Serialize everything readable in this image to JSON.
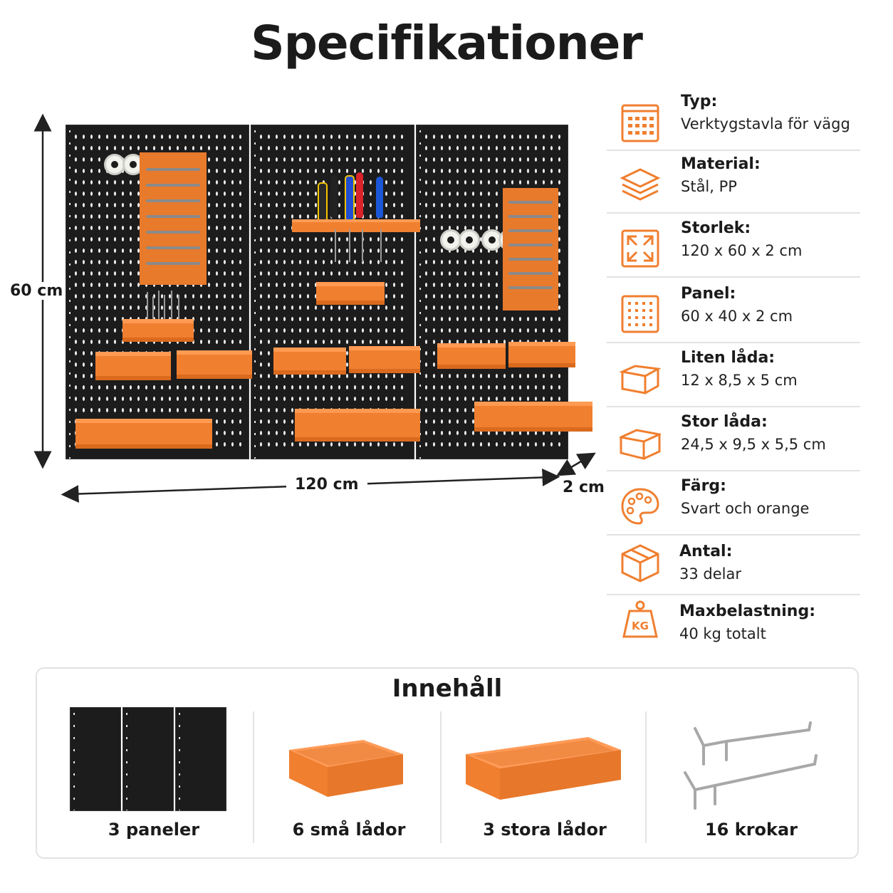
{
  "title": "Specifikationer",
  "dimensions": {
    "height": "60 cm",
    "width": "120 cm",
    "depth": "2 cm"
  },
  "accent_color": "#f07f2f",
  "specs": [
    {
      "icon": "grid-panel-icon",
      "key": "Typ:",
      "value": "Verktygstavla för vägg"
    },
    {
      "icon": "layers-icon",
      "key": "Material:",
      "value": "Stål, PP"
    },
    {
      "icon": "expand-arrows-icon",
      "key": "Storlek:",
      "value": "120 x 60 x 2 cm"
    },
    {
      "icon": "pegboard-icon",
      "key": "Panel:",
      "value": "60 x 40 x 2 cm"
    },
    {
      "icon": "small-box-icon",
      "key": "Liten låda:",
      "value": "12 x 8,5 x 5 cm"
    },
    {
      "icon": "large-box-icon",
      "key": "Stor låda:",
      "value": "24,5 x 9,5 x 5,5 cm"
    },
    {
      "icon": "palette-icon",
      "key": "Färg:",
      "value": "Svart och orange"
    },
    {
      "icon": "package-icon",
      "key": "Antal:",
      "value": "33 delar"
    },
    {
      "icon": "weight-kg-icon",
      "key": "Maxbelastning:",
      "value": "40 kg totalt",
      "badge": "KG"
    }
  ],
  "contents": {
    "title": "Innehåll",
    "items": [
      {
        "label": "3 paneler"
      },
      {
        "label": "6 små lådor"
      },
      {
        "label": "3 stora lådor"
      },
      {
        "label": "16 krokar"
      }
    ]
  }
}
